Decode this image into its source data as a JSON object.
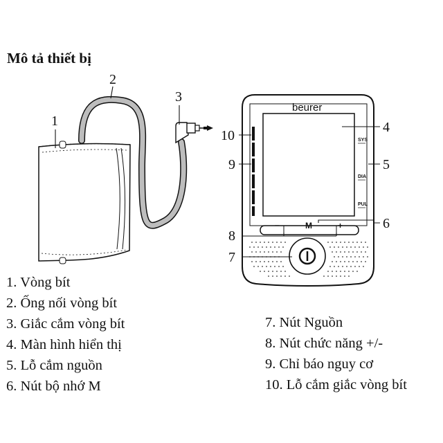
{
  "title": "Mô tả thiết bị",
  "device": {
    "brand": "beurer",
    "sys_label": "SYS",
    "dia_label": "DIA",
    "pul_label": "PUL",
    "minus_symbol": "–",
    "memory_symbol": "M",
    "plus_symbol": "+"
  },
  "callouts": [
    "1",
    "2",
    "3",
    "4",
    "5",
    "6",
    "7",
    "8",
    "9",
    "10"
  ],
  "legend_left": [
    "1. Vòng bít",
    "2. Ống nối vòng bít",
    "3. Giắc cắm vòng bít",
    "4. Màn hình hiển thị",
    "5. Lỗ cắm nguồn",
    "6. Nút bộ nhớ M"
  ],
  "legend_right": [
    "7. Nút Nguồn",
    "8. Nút chức năng +/-",
    "9. Chỉ báo nguy cơ",
    "10. Lỗ cắm giắc vòng bít"
  ]
}
